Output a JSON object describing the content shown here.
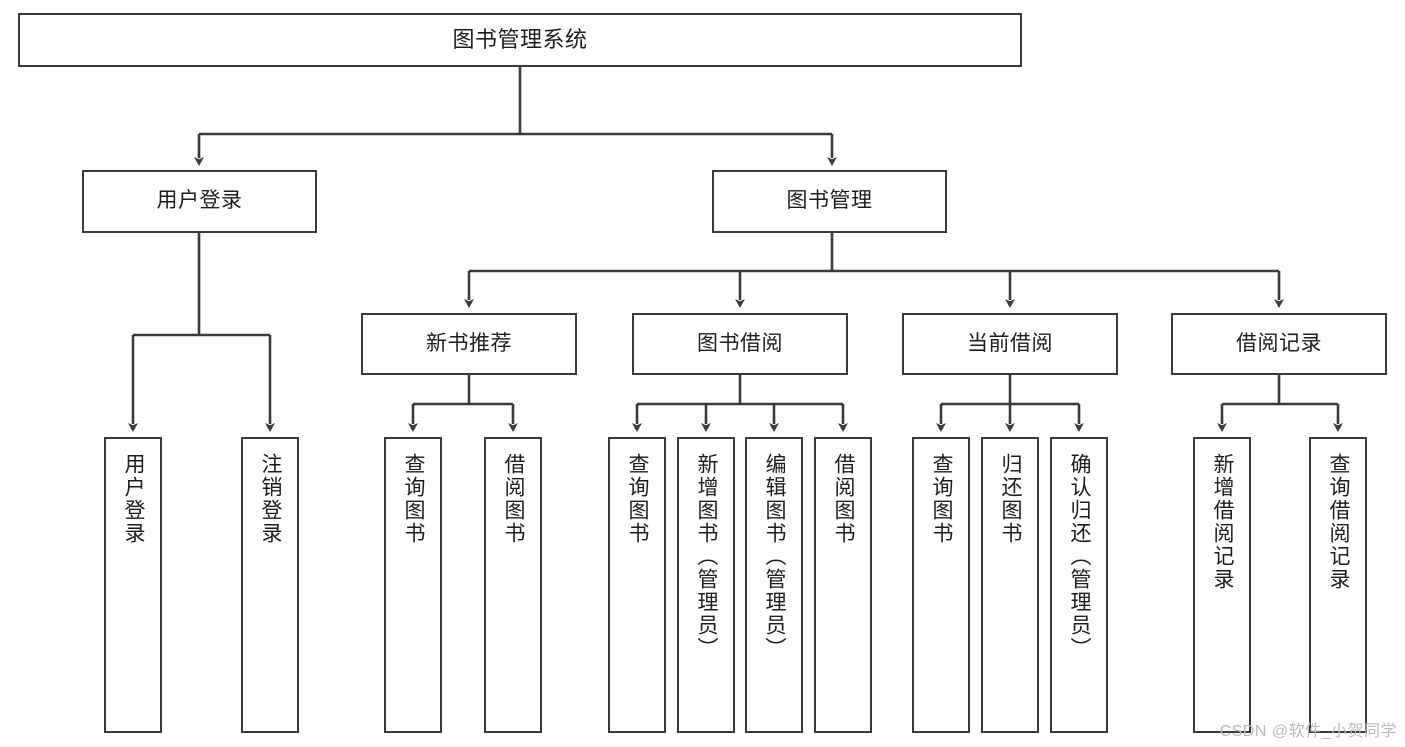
{
  "diagram": {
    "title": "图书管理系统",
    "type": "tree",
    "watermark": "CSDN @软件_小贺同学",
    "colors": {
      "box_border": "#3a3a3a",
      "box_fill": "#ffffff",
      "edge": "#3a3a3a",
      "text": "#1d1d1d",
      "watermark": "#b9b9b9",
      "background": "#ffffff"
    },
    "nodes": {
      "root": {
        "label": "图书管理系统"
      },
      "level2": [
        {
          "id": "user-login",
          "label": "用户登录"
        },
        {
          "id": "book-manage",
          "label": "图书管理"
        }
      ],
      "level3": [
        {
          "id": "new-book-recommend",
          "label": "新书推荐"
        },
        {
          "id": "book-borrow",
          "label": "图书借阅"
        },
        {
          "id": "current-borrow",
          "label": "当前借阅"
        },
        {
          "id": "borrow-record",
          "label": "借阅记录"
        }
      ],
      "leaves": {
        "user-login": [
          {
            "id": "leaf-user-login",
            "label": "用户登录"
          },
          {
            "id": "leaf-user-logout",
            "label": "注销登录"
          }
        ],
        "new-book-recommend": [
          {
            "id": "leaf-query-book-1",
            "label": "查询图书"
          },
          {
            "id": "leaf-borrow-book-1",
            "label": "借阅图书"
          }
        ],
        "book-borrow": [
          {
            "id": "leaf-query-book-2",
            "label": "查询图书"
          },
          {
            "id": "leaf-add-book",
            "label": "新增图书（管理员）"
          },
          {
            "id": "leaf-edit-book",
            "label": "编辑图书（管理员）"
          },
          {
            "id": "leaf-borrow-book-2",
            "label": "借阅图书"
          }
        ],
        "current-borrow": [
          {
            "id": "leaf-query-book-3",
            "label": "查询图书"
          },
          {
            "id": "leaf-return-book",
            "label": "归还图书"
          },
          {
            "id": "leaf-confirm-return",
            "label": "确认归还（管理员）"
          }
        ],
        "borrow-record": [
          {
            "id": "leaf-add-record",
            "label": "新增借阅记录"
          },
          {
            "id": "leaf-query-record",
            "label": "查询借阅记录"
          }
        ]
      }
    }
  }
}
